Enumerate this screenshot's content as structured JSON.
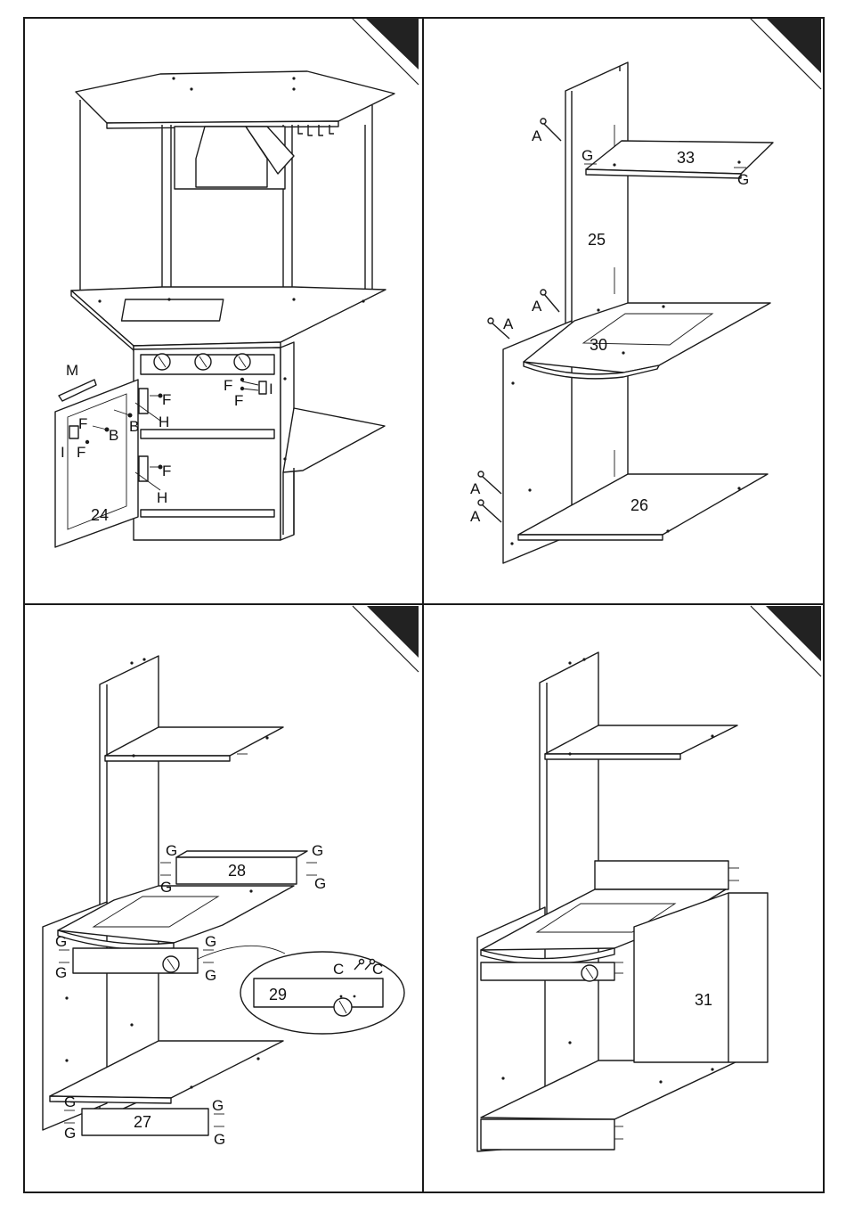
{
  "panels": [
    {
      "id": "step-top-left",
      "parts": [
        {
          "key": "M",
          "text": "M"
        },
        {
          "key": "B1",
          "text": "B"
        },
        {
          "key": "B2",
          "text": "B"
        },
        {
          "key": "F1",
          "text": "F"
        },
        {
          "key": "F2",
          "text": "F"
        },
        {
          "key": "F3",
          "text": "F"
        },
        {
          "key": "F4",
          "text": "F"
        },
        {
          "key": "F5",
          "text": "F"
        },
        {
          "key": "F6",
          "text": "F"
        },
        {
          "key": "H1",
          "text": "H"
        },
        {
          "key": "H2",
          "text": "H"
        },
        {
          "key": "I1",
          "text": "I"
        },
        {
          "key": "I2",
          "text": "I"
        },
        {
          "key": "n24",
          "text": "24"
        }
      ]
    },
    {
      "id": "step-top-right",
      "parts": [
        {
          "key": "A1",
          "text": "A"
        },
        {
          "key": "A2",
          "text": "A"
        },
        {
          "key": "A3",
          "text": "A"
        },
        {
          "key": "A4",
          "text": "A"
        },
        {
          "key": "A5",
          "text": "A"
        },
        {
          "key": "G1",
          "text": "G"
        },
        {
          "key": "G2",
          "text": "G"
        },
        {
          "key": "n33",
          "text": "33"
        },
        {
          "key": "n25",
          "text": "25"
        },
        {
          "key": "n30",
          "text": "30"
        },
        {
          "key": "n26",
          "text": "26"
        }
      ]
    },
    {
      "id": "step-bottom-left",
      "parts": [
        {
          "key": "G1",
          "text": "G"
        },
        {
          "key": "G2",
          "text": "G"
        },
        {
          "key": "G3",
          "text": "G"
        },
        {
          "key": "G4",
          "text": "G"
        },
        {
          "key": "G5",
          "text": "G"
        },
        {
          "key": "G6",
          "text": "G"
        },
        {
          "key": "G7",
          "text": "G"
        },
        {
          "key": "G8",
          "text": "G"
        },
        {
          "key": "G9",
          "text": "G"
        },
        {
          "key": "G10",
          "text": "G"
        },
        {
          "key": "G11",
          "text": "G"
        },
        {
          "key": "C1",
          "text": "C"
        },
        {
          "key": "C2",
          "text": "C"
        },
        {
          "key": "n28",
          "text": "28"
        },
        {
          "key": "n29",
          "text": "29"
        },
        {
          "key": "n27",
          "text": "27"
        }
      ]
    },
    {
      "id": "step-bottom-right",
      "parts": [
        {
          "key": "n31",
          "text": "31"
        }
      ]
    }
  ]
}
